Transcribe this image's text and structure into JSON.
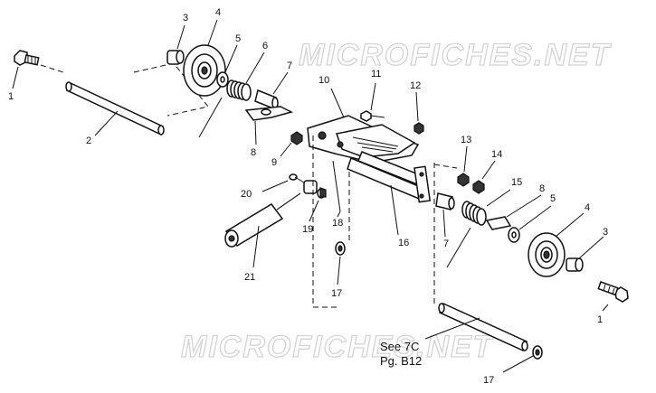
{
  "watermark": "MICROFICHES.NET",
  "note": {
    "line1": "See 7C",
    "line2": "Pg. B12"
  },
  "callouts": {
    "c1a": "1",
    "c1b": "1",
    "c2": "2",
    "c3a": "3",
    "c3b": "3",
    "c4a": "4",
    "c4b": "4",
    "c5a": "5",
    "c5b": "5",
    "c6": "6",
    "c7a": "7",
    "c7b": "7",
    "c8a": "8",
    "c8b": "8",
    "c9": "9",
    "c10": "10",
    "c11": "11",
    "c12": "12",
    "c13": "13",
    "c14": "14",
    "c15": "15",
    "c16": "16",
    "c17a": "17",
    "c17b": "17",
    "c18": "18",
    "c19": "19",
    "c20": "20",
    "c21": "21"
  }
}
